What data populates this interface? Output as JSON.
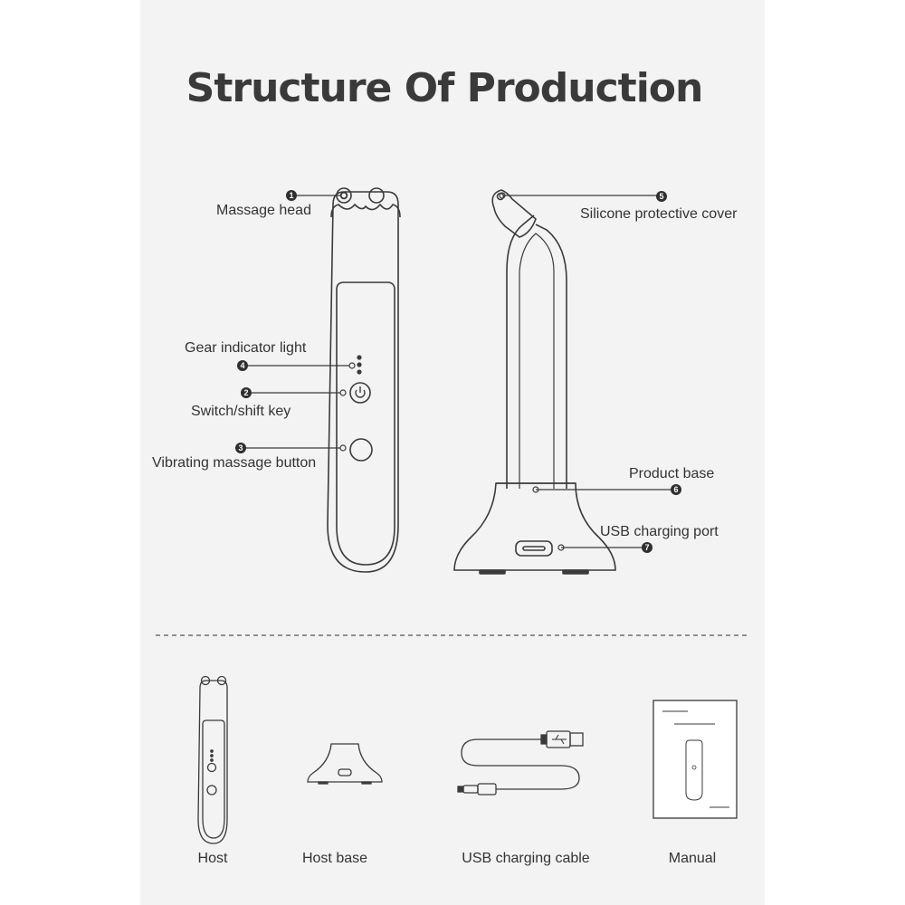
{
  "title": "Structure Of Production",
  "parts": [
    {
      "num": "1",
      "label": "Massage head"
    },
    {
      "num": "2",
      "label": "Switch/shift key"
    },
    {
      "num": "3",
      "label": "Vibrating massage button"
    },
    {
      "num": "4",
      "label": "Gear indicator light"
    },
    {
      "num": "5",
      "label": "Silicone protective cover"
    },
    {
      "num": "6",
      "label": "Product base"
    },
    {
      "num": "7",
      "label": "USB charging port"
    }
  ],
  "package_items": [
    "Host",
    "Host base",
    "USB charging cable",
    "Manual"
  ],
  "colors": {
    "panel": "#f3f3f3",
    "stroke": "#3a3a3a",
    "text": "#333333"
  },
  "icons": [
    "power-icon",
    "usb-icon"
  ]
}
